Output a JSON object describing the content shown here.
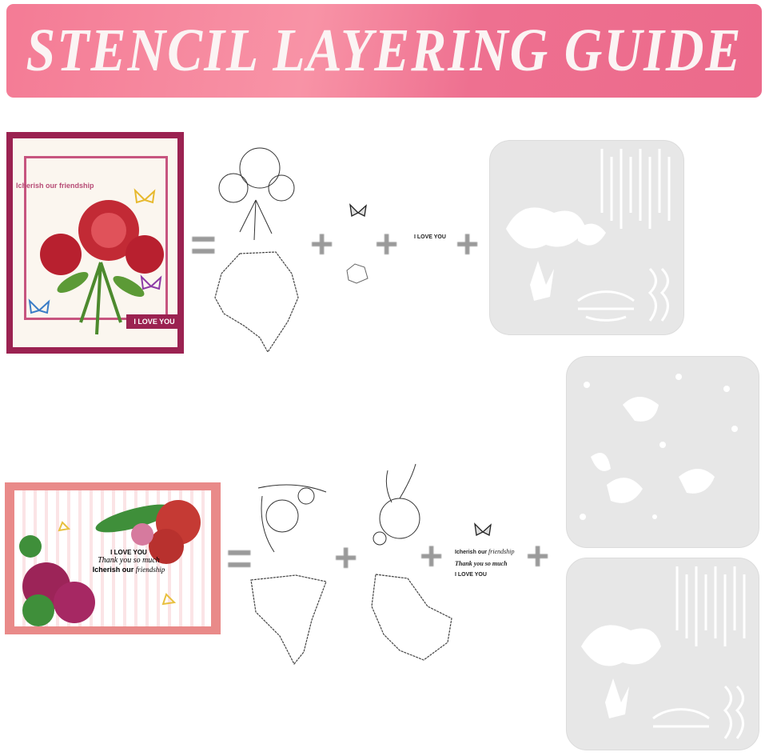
{
  "header": {
    "title": "STENCIL LAYERING GUIDE"
  },
  "row1": {
    "card": {
      "greeting": "Icherish our friendship",
      "banner": "I LOVE YOU"
    },
    "operators": {
      "equals": "=",
      "plus": "+"
    },
    "sentiment_stamp": "I LOVE YOU"
  },
  "row2": {
    "card": {
      "line1": "I LOVE YOU",
      "line2": "Thank you so much",
      "line3_prefix": "Icherish our",
      "line3_script": "friendship"
    },
    "operators": {
      "equals": "=",
      "plus": "+"
    },
    "sentiment_stamps": {
      "line1_prefix": "Icherish our",
      "line1_script": "friendship",
      "line2": "Thank you so much",
      "line3": "I LOVE YOU"
    }
  },
  "colors": {
    "header_pink": "#ee7090",
    "card1_frame": "#9b2251",
    "card2_frame": "#e98a89",
    "stencil_gray": "#e7e7e7"
  }
}
